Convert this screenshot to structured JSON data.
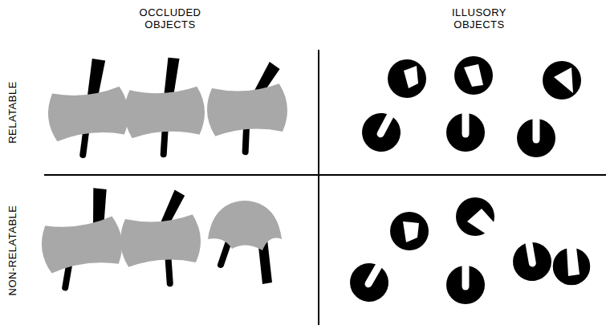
{
  "diagram": {
    "labels": [
      "OCCLUDED OBJECTS",
      "ILLUSORY OBJECTS",
      "RELATABLE",
      "NON-RELATABLE"
    ]
  }
}
